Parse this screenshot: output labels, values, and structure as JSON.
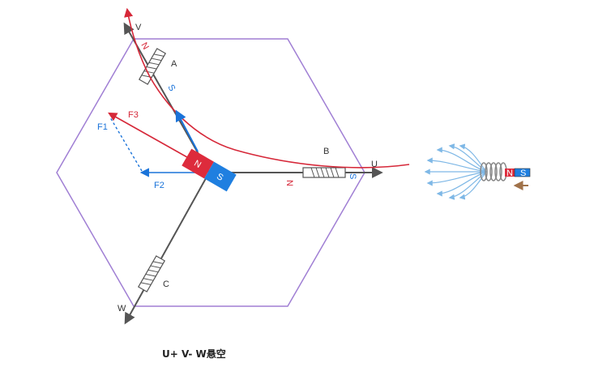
{
  "labels": {
    "v_axis": "V",
    "u_axis": "U",
    "w_axis": "W",
    "coil_a": "A",
    "coil_b": "B",
    "coil_c": "C",
    "f1": "F1",
    "f2": "F2",
    "f3": "F3",
    "rotor_n": "N",
    "rotor_s": "S",
    "pole_n": "N",
    "pole_s": "S",
    "magnet_s": "S",
    "magnet_n": "N"
  },
  "caption": "U+ V- W悬空",
  "colors": {
    "hexagon": "#a07fd4",
    "axis": "#555555",
    "field_line": "#d62839",
    "force_blue": "#1a73d9",
    "rotor_n": "#dd2b3c",
    "rotor_s": "#1f7fe0",
    "flux": "#7fb8e6"
  }
}
